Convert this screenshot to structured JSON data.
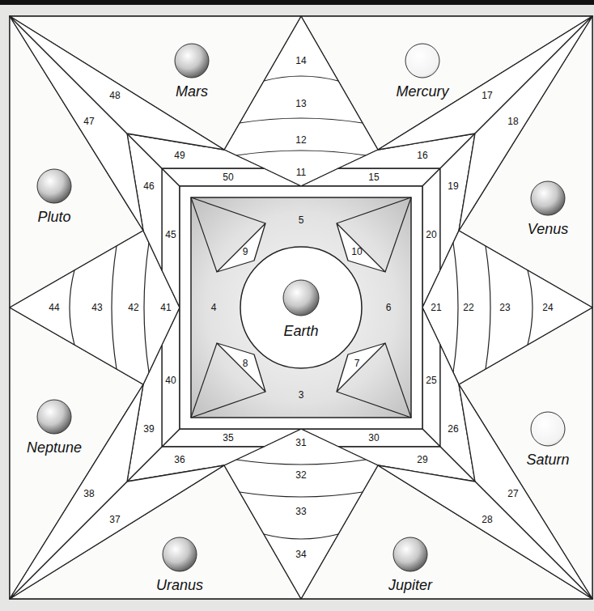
{
  "diagram": {
    "nodes": [
      {
        "text": [
          "Earth"
        ]
      }
    ],
    "labels": [
      "Mars",
      "Mercury",
      "Pluto",
      "Venus",
      "Neptune",
      "Saturn",
      "Uranus",
      "Jupiter",
      "3",
      "4",
      "5",
      "6",
      "7",
      "8",
      "9",
      "10",
      "11",
      "12",
      "13",
      "14",
      "15",
      "16",
      "17",
      "18",
      "19",
      "20",
      "21",
      "22",
      "23",
      "24",
      "25",
      "26",
      "27",
      "28",
      "29",
      "30",
      "31",
      "32",
      "33",
      "34",
      "35",
      "36",
      "37",
      "38",
      "39",
      "40",
      "41",
      "42",
      "43",
      "44",
      "45",
      "46",
      "47",
      "48",
      "49",
      "50"
    ]
  }
}
